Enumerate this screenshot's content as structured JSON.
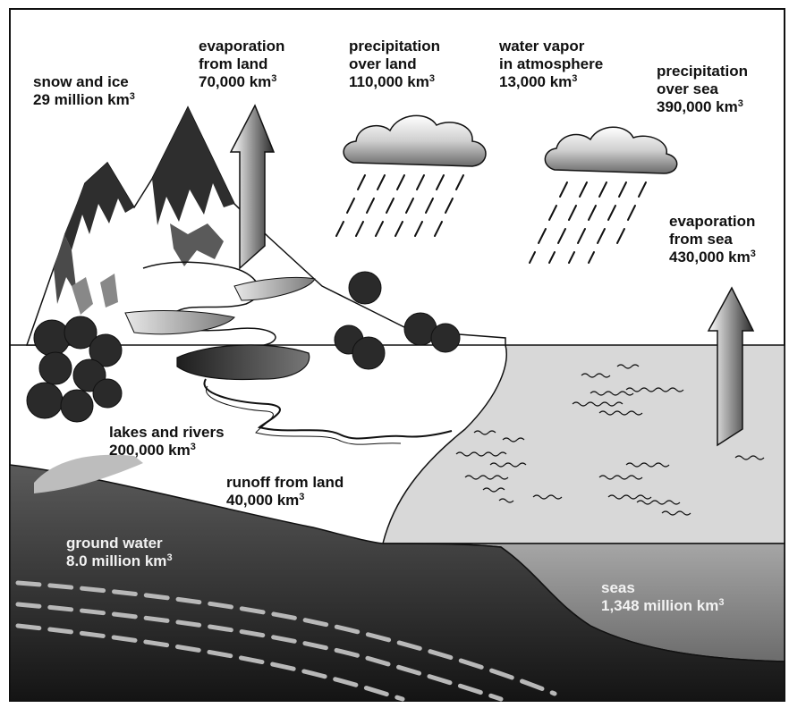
{
  "diagram": {
    "labels": {
      "snow_ice": {
        "line1": "snow and ice",
        "line2": "29 million km",
        "sup": "3"
      },
      "evap_land": {
        "line1": "evaporation",
        "line2": "from land",
        "line3": "70,000 km",
        "sup": "3"
      },
      "precip_land": {
        "line1": "precipitation",
        "line2": "over land",
        "line3": "110,000 km",
        "sup": "3"
      },
      "vapor": {
        "line1": "water vapor",
        "line2": "in atmosphere",
        "line3": "13,000 km",
        "sup": "3"
      },
      "precip_sea": {
        "line1": "precipitation",
        "line2": "over sea",
        "line3": "390,000 km",
        "sup": "3"
      },
      "evap_sea": {
        "line1": "evaporation",
        "line2": "from sea",
        "line3": "430,000 km",
        "sup": "3"
      },
      "lakes": {
        "line1": "lakes and rivers",
        "line2": "200,000 km",
        "sup": "3"
      },
      "runoff": {
        "line1": "runoff from land",
        "line2": "40,000 km",
        "sup": "3"
      },
      "ground": {
        "line1": "ground water",
        "line2": "8.0 million km",
        "sup": "3"
      },
      "seas": {
        "line1": "seas",
        "line2": "1,348 million km",
        "sup": "3"
      }
    },
    "colors": {
      "ground_fill": "#4a4a4a",
      "sea_fill": "#d6d6d6",
      "sea_deep_fill": "#9a9a9a",
      "mountain_fill": "#303030",
      "outline": "#111111"
    }
  }
}
